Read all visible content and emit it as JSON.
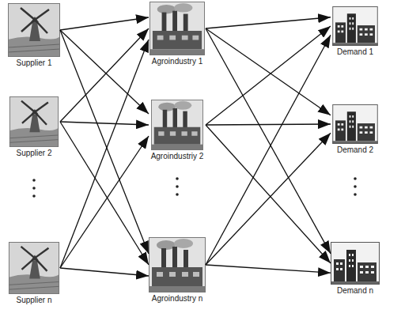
{
  "diagram": {
    "nodes": [
      {
        "text": [
          "Supplier 1"
        ]
      },
      {
        "text": [
          "Agroindustry 1"
        ]
      },
      {
        "text": [
          "Demand 1"
        ]
      },
      {
        "text": [
          "Supplier 2"
        ]
      },
      {
        "text": [
          "Agroindustriy 2"
        ]
      },
      {
        "text": [
          "Demand 2"
        ]
      },
      {
        "text": [
          "Supplier n"
        ]
      },
      {
        "text": [
          "Agroindustry n"
        ]
      },
      {
        "text": [
          "Demand n"
        ]
      }
    ],
    "edges": [
      {
        "from": 0,
        "to": 1,
        "arrow": "to"
      },
      {
        "from": 0,
        "to": 4,
        "arrow": "to"
      },
      {
        "from": 0,
        "to": 7,
        "arrow": "to"
      },
      {
        "from": 3,
        "to": 1,
        "arrow": "to"
      },
      {
        "from": 3,
        "to": 4,
        "arrow": "to"
      },
      {
        "from": 3,
        "to": 7,
        "arrow": "to"
      },
      {
        "from": 6,
        "to": 1,
        "arrow": "to"
      },
      {
        "from": 6,
        "to": 4,
        "arrow": "to"
      },
      {
        "from": 6,
        "to": 7,
        "arrow": "to"
      },
      {
        "from": 1,
        "to": 2,
        "arrow": "to"
      },
      {
        "from": 1,
        "to": 5,
        "arrow": "to"
      },
      {
        "from": 1,
        "to": 8,
        "arrow": "to"
      },
      {
        "from": 4,
        "to": 2,
        "arrow": "to"
      },
      {
        "from": 4,
        "to": 5,
        "arrow": "to"
      },
      {
        "from": 4,
        "to": 8,
        "arrow": "to"
      },
      {
        "from": 7,
        "to": 2,
        "arrow": "to"
      },
      {
        "from": 7,
        "to": 5,
        "arrow": "to"
      },
      {
        "from": 7,
        "to": 8,
        "arrow": "to"
      }
    ]
  }
}
